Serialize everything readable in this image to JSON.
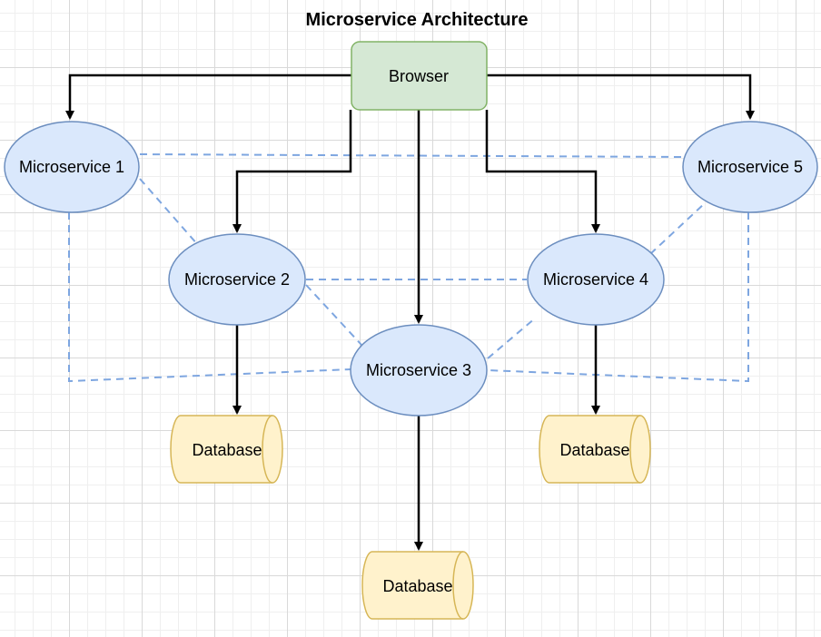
{
  "title": "Microservice Architecture",
  "colors": {
    "browser_fill": "#d5e8d4",
    "browser_stroke": "#82b366",
    "service_fill": "#dae8fc",
    "service_stroke": "#6c8ebf",
    "database_fill": "#fff2cc",
    "database_stroke": "#d6b656",
    "arrow": "#000000",
    "dashed_link": "#7ea6e0"
  },
  "nodes": {
    "browser": "Browser",
    "ms1": "Microservice 1",
    "ms2": "Microservice 2",
    "ms3": "Microservice 3",
    "ms4": "Microservice 4",
    "ms5": "Microservice 5",
    "db_left": "Database",
    "db_right": "Database",
    "db_bottom": "Database"
  }
}
